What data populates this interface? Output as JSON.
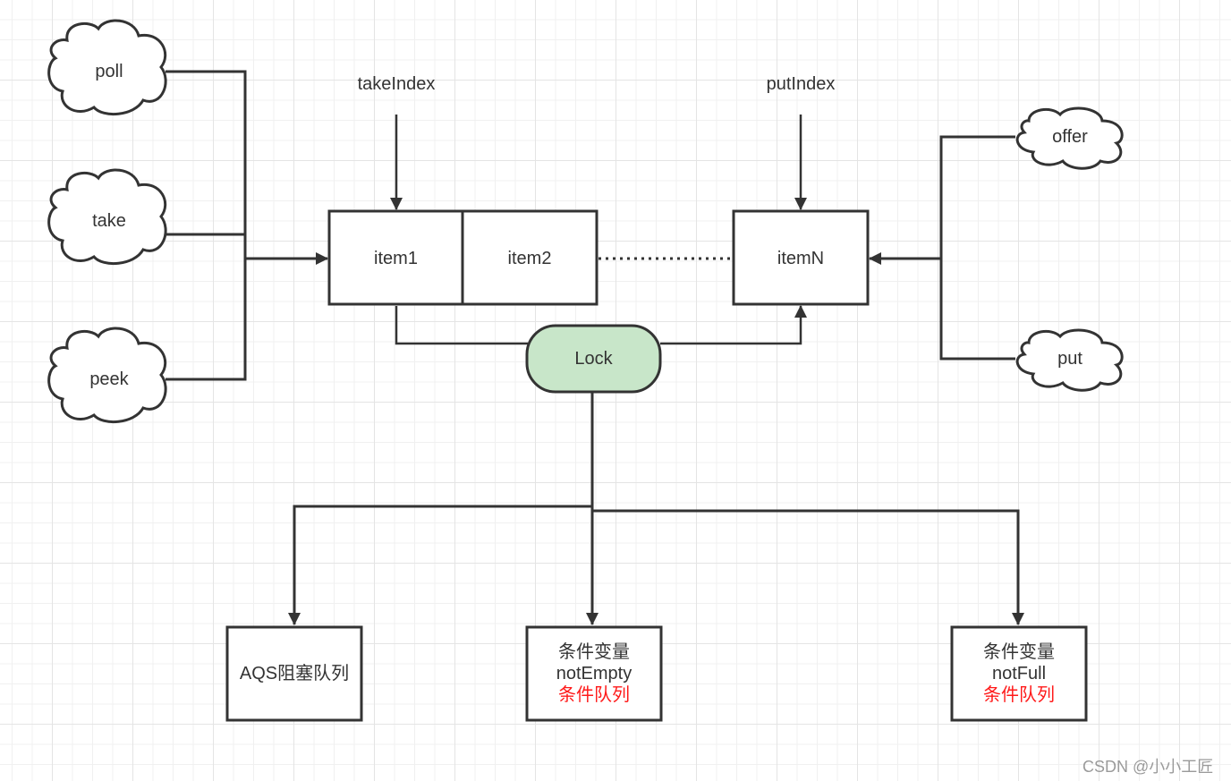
{
  "diagram": {
    "left_operations": [
      {
        "id": "poll",
        "label": "poll"
      },
      {
        "id": "take",
        "label": "take"
      },
      {
        "id": "peek",
        "label": "peek"
      }
    ],
    "right_operations": [
      {
        "id": "offer",
        "label": "offer"
      },
      {
        "id": "put",
        "label": "put"
      }
    ],
    "pointers": {
      "take_index": "takeIndex",
      "put_index": "putIndex"
    },
    "array_items": [
      "item1",
      "item2",
      "itemN"
    ],
    "lock": {
      "label": "Lock",
      "fill": "#c8e6c9"
    },
    "queues": [
      {
        "id": "aqs",
        "lines": [
          "AQS阻塞队列"
        ]
      },
      {
        "id": "not-empty",
        "lines": [
          "条件变量",
          "notEmpty"
        ],
        "highlight": "条件队列"
      },
      {
        "id": "not-full",
        "lines": [
          "条件变量",
          "notFull"
        ],
        "highlight": "条件队列"
      }
    ],
    "colors": {
      "stroke": "#333333",
      "highlight_text": "#ff1a1a",
      "grid": "#e8e8e8"
    }
  },
  "watermark": "CSDN @小小工匠"
}
